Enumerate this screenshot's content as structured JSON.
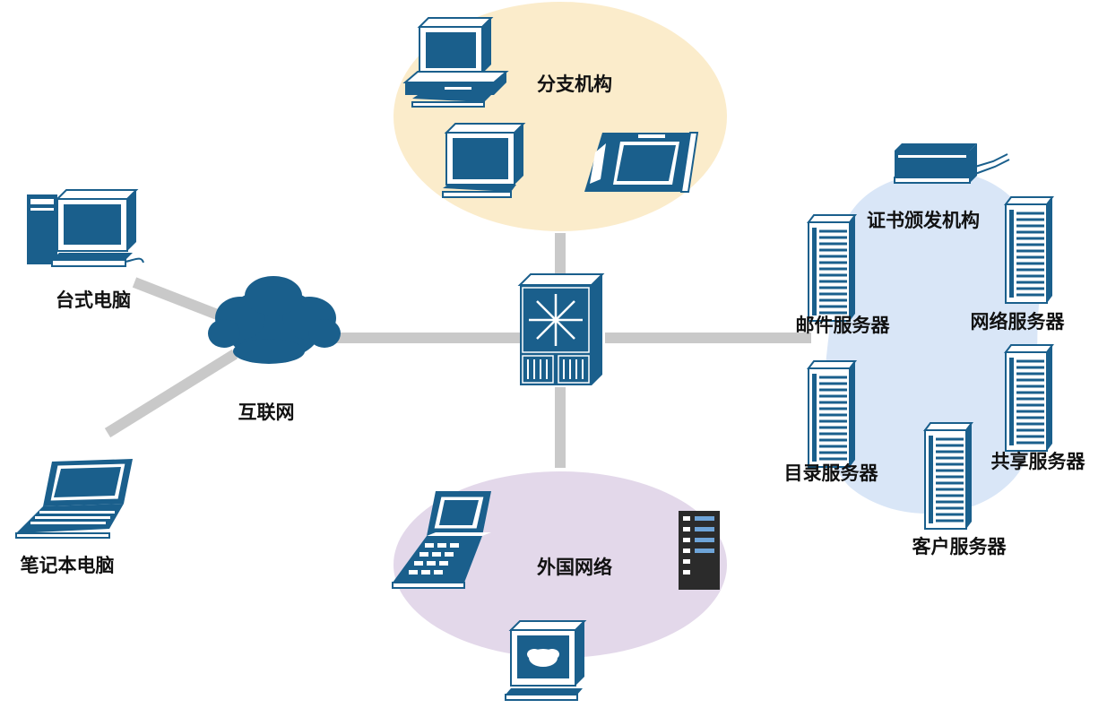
{
  "colors": {
    "device": "#1a5f8c",
    "device_light": "#ffffff",
    "link": "#c9c9c9",
    "branch_zone": "#fbeccb",
    "server_zone": "#d9e6f7",
    "foreign_zone": "#e3d8ea"
  },
  "labels": {
    "desktop": "台式电脑",
    "laptop": "笔记本电脑",
    "internet": "互联网",
    "branch": "分支机构",
    "foreign": "外国网络",
    "ca": "证书颁发机构",
    "mail_server": "邮件服务器",
    "web_server": "网络服务器",
    "directory_server": "目录服务器",
    "share_server": "共享服务器",
    "client_server": "客户服务器"
  },
  "icons": {
    "core": "core-switch-icon",
    "cloud": "internet-cloud-icon",
    "desktop": "desktop-computer-icon",
    "laptop": "laptop-icon",
    "workstation": "workstation-icon",
    "terminal": "terminal-icon",
    "tablet": "tablet-icon",
    "handheld": "handheld-device-icon",
    "rack": "rack-server-icon",
    "monitor": "monitor-icon",
    "printer": "printer-icon",
    "server": "tower-server-icon"
  }
}
